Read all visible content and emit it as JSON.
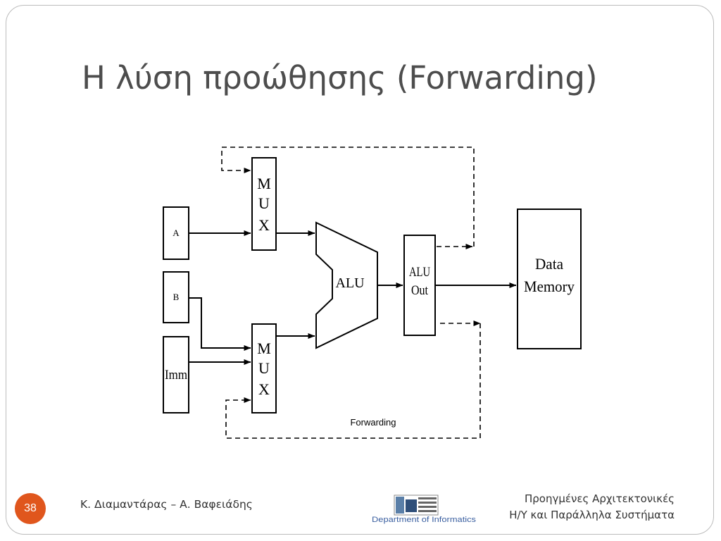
{
  "slide": {
    "title": "Η λύση προώθησης  (Forwarding)",
    "page_number": "38",
    "authors": "Κ. Διαμαντάρας – Α. Βαφειάδης",
    "course_line1": "Προηγμένες Αρχιτεκτονικές",
    "course_line2": "Η/Υ και Παράλληλα Συστήματα",
    "logo_text": "Department of Informatics",
    "accent_color": "#e0561d"
  },
  "diagram": {
    "blocks": {
      "a": "A",
      "b": "B",
      "imm": "Imm",
      "mux_letters": [
        "M",
        "U",
        "X"
      ],
      "alu": "ALU",
      "alu_out_line1": "ALU",
      "alu_out_line2": "Out",
      "mem_line1": "Data",
      "mem_line2": "Memory"
    },
    "forwarding_label": "Forwarding"
  }
}
